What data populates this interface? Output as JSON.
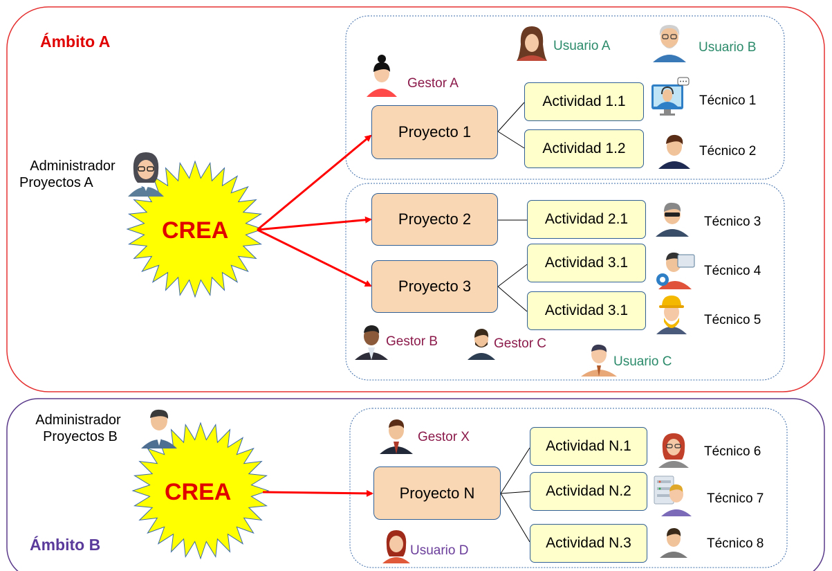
{
  "colors": {
    "scope_a_border": "#e53030",
    "scope_b_border": "#5a3a8a",
    "scope_a_title": "#e00000",
    "scope_b_title": "#5a3a9a",
    "arrow": "#ff0000",
    "project_fill": "#fad7b4",
    "activity_fill": "#ffffcc",
    "crea_burst": "#ffff00",
    "crea_text": "#e00000"
  },
  "scope_a": {
    "title": "Ámbito A",
    "admin_line1": "Administrador",
    "admin_line2": "Proyectos A",
    "crea": "CREA",
    "group1": {
      "gestor": "Gestor A",
      "usuario_1": "Usuario A",
      "usuario_2": "Usuario B",
      "project": "Proyecto 1",
      "activities": [
        "Actividad 1.1",
        "Actividad 1.2"
      ],
      "tecnicos": [
        "Técnico 1",
        "Técnico 2"
      ]
    },
    "group2": {
      "projects": [
        "Proyecto 2",
        "Proyecto 3"
      ],
      "activities": [
        "Actividad 2.1",
        "Actividad 3.1",
        "Actividad 3.1"
      ],
      "tecnicos": [
        "Técnico 3",
        "Técnico 4",
        "Técnico 5"
      ],
      "gestor_1": "Gestor B",
      "gestor_2": "Gestor C",
      "usuario": "Usuario C"
    }
  },
  "scope_b": {
    "title": "Ámbito B",
    "admin_line1": "Administrador",
    "admin_line2": "Proyectos B",
    "crea": "CREA",
    "group": {
      "gestor": "Gestor X",
      "usuario": "Usuario D",
      "project": "Proyecto N",
      "activities": [
        "Actividad N.1",
        "Actividad N.2",
        "Actividad N.3"
      ],
      "tecnicos": [
        "Técnico 6",
        "Técnico 7",
        "Técnico 8"
      ]
    }
  },
  "icons": {
    "administrator_a": "woman-glasses-avatar-icon",
    "administrator_b": "businessman-avatar-icon",
    "gestor_a": "woman-bun-avatar-icon",
    "usuario_a": "long-hair-woman-avatar-icon",
    "usuario_b": "old-man-glasses-avatar-icon",
    "tecnico_1": "support-headset-monitor-icon",
    "tecnico_2": "man-avatar-icon",
    "tecnico_3": "man-sunglasses-avatar-icon",
    "tecnico_4": "developer-gear-icon",
    "tecnico_5": "worker-hardhat-avatar-icon",
    "gestor_b": "dark-skin-man-suit-icon",
    "gestor_c": "bearded-man-avatar-icon",
    "usuario_c": "man-shirt-tie-avatar-icon",
    "gestor_x": "man-suit-tie-avatar-icon",
    "usuario_d": "redhead-woman-avatar-icon",
    "tecnico_6": "woman-red-hair-avatar-icon",
    "tecnico_7": "man-server-rack-icon",
    "tecnico_8": "man-dark-hair-avatar-icon"
  }
}
